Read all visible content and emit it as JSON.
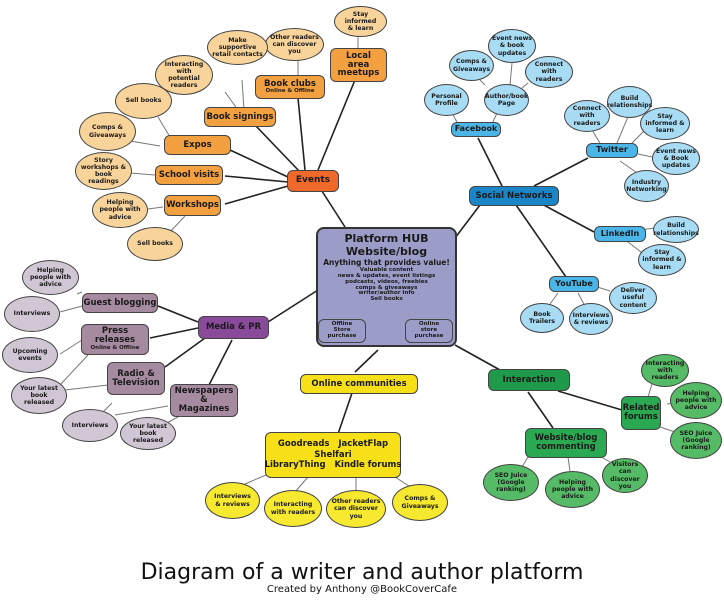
{
  "title": "Diagram of a writer and author platform",
  "credit": "Created by Anthony @BookCoverCafe",
  "colors": {
    "hub": "#9c9cc8",
    "events": "#f0692a",
    "events_sub": "#f3a040",
    "events_leaf": "#f8d39a",
    "social": "#1a86c8",
    "social_sub": "#4bb5e8",
    "social_leaf": "#a7dcf4",
    "media": "#8a4a9a",
    "media_sub": "#a68aa0",
    "media_leaf": "#d0c6d4",
    "online": "#f7e017",
    "online_leaf": "#f7e830",
    "interaction": "#1e9a4a",
    "interaction_sub": "#2aa852",
    "interaction_leaf": "#55bb66"
  },
  "hub": {
    "title1": "Platform HUB",
    "title2": "Website/blog",
    "tagline": "Anything that provides value!",
    "items": [
      "Valuable content",
      "news & updates, event listings",
      "podcasts, videos, freebies",
      "comps & giveaways",
      "writer/author info",
      "Sell books"
    ],
    "offline": "Offline Store purchase",
    "online": "Online store purchase"
  },
  "events": {
    "label": "Events",
    "book_clubs": {
      "label": "Book clubs",
      "sub": "Online & Offline",
      "leaf": "Other readers can discover you"
    },
    "local": {
      "label": "Local area meetups",
      "leaf": "Stay informed & learn"
    },
    "book_signings": {
      "label": "Book signings",
      "leaves": [
        "Interacting with potential readers",
        "Make supportive retail contacts"
      ]
    },
    "expos": {
      "label": "Expos",
      "leaves": [
        "Sell books",
        "Comps & Giveaways"
      ]
    },
    "school": {
      "label": "School visits",
      "leaf": "Story workshops & book readings"
    },
    "workshops": {
      "label": "Workshops",
      "leaves": [
        "Helping people with advice",
        "Sell books"
      ]
    }
  },
  "social": {
    "label": "Social Networks",
    "facebook": {
      "label": "Facebook",
      "profile": "Personal Profile",
      "page": "Author/book Page",
      "page_leaves": [
        "Comps & Giveaways",
        "Event news & book updates",
        "Connect with readers"
      ]
    },
    "twitter": {
      "label": "Twitter",
      "leaves": [
        "Connect with readers",
        "Build relationships",
        "Stay informed & learn",
        "Event news & Book updates",
        "Industry Networking"
      ]
    },
    "linkedin": {
      "label": "LinkedIn",
      "leaves": [
        "Build relationships",
        "Stay informed & learn"
      ]
    },
    "youtube": {
      "label": "YouTube",
      "leaves": [
        "Deliver useful content",
        "Book Trailers",
        "Interviews & reviews"
      ]
    }
  },
  "media": {
    "label": "Media & PR",
    "guest": {
      "label": "Guest blogging",
      "leaves": [
        "Helping people with advice",
        "Interviews"
      ]
    },
    "press": {
      "label": "Press releases",
      "sub": "Online & Offline",
      "leaves": [
        "Upcoming events",
        "Your latest book released"
      ]
    },
    "radio": {
      "label": "Radio & Television",
      "leaves": [
        "Interviews"
      ]
    },
    "news": {
      "label": "Newspapers & Magazines",
      "leaves": [
        "Your latest book released"
      ]
    }
  },
  "online": {
    "label": "Online communities",
    "sites_line1": "Goodreads   JacketFlap",
    "sites_line2": "Shelfari",
    "sites_line3": "LibraryThing   Kindle forums",
    "leaves": [
      "Interviews & reviews",
      "Interacting with readers",
      "Other readers can discover you",
      "Comps & Giveaways"
    ]
  },
  "interaction": {
    "label": "Interaction",
    "forums": {
      "label": "Related forums",
      "leaves": [
        "Interacting with readers",
        "Helping people with advice",
        "SEO Juice (Google ranking)"
      ]
    },
    "commenting": {
      "label": "Website/blog commenting",
      "leaves": [
        "SEO Juice (Google ranking)",
        "Helping people with advice",
        "Visitors can discover you"
      ]
    }
  }
}
